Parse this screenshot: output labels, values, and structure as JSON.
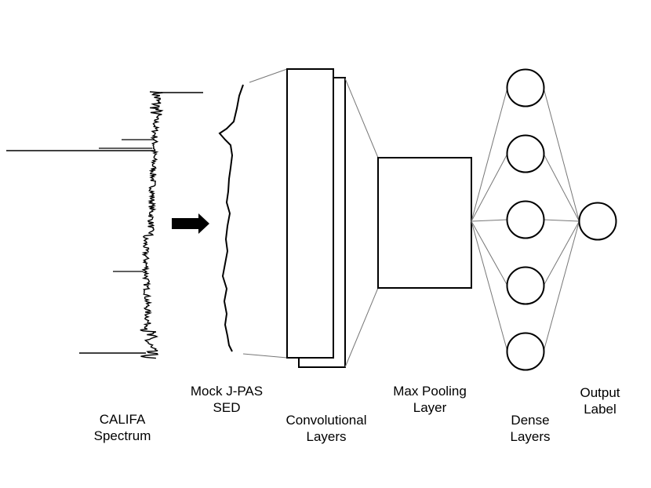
{
  "labels": {
    "califa": {
      "line1": "CALIFA",
      "line2": "Spectrum"
    },
    "mock": {
      "line1": "Mock J-PAS",
      "line2": "SED"
    },
    "conv": {
      "line1": "Convolutional",
      "line2": "Layers"
    },
    "maxpool": {
      "line1": "Max Pooling",
      "line2": "Layer"
    },
    "dense": {
      "line1": "Dense",
      "line2": "Layers"
    },
    "output": {
      "line1": "Output",
      "line2": "Label"
    }
  },
  "network": {
    "dense_nodes": 5,
    "output_nodes": 1
  }
}
